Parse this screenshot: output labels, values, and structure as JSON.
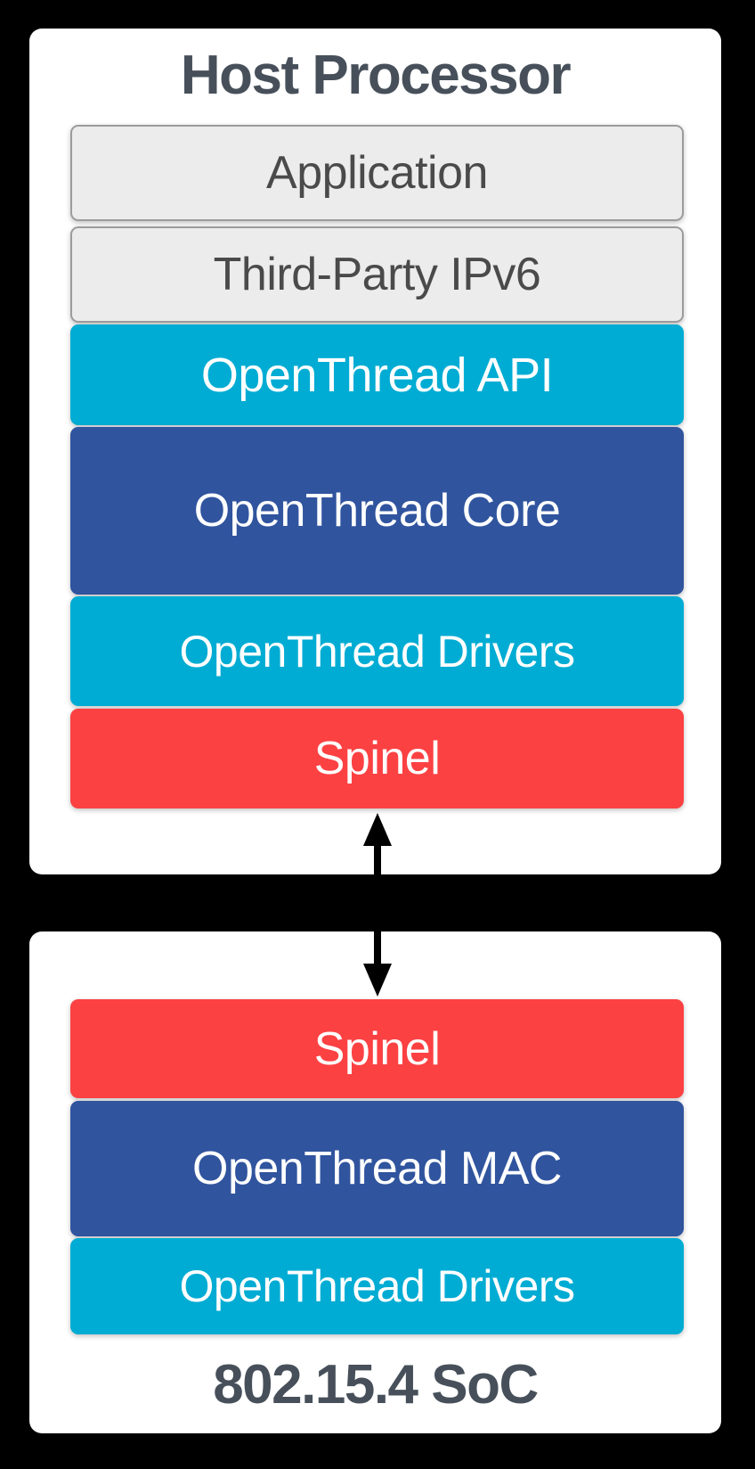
{
  "host": {
    "title": "Host Processor",
    "layers": [
      {
        "label": "Application",
        "kind": "third-party"
      },
      {
        "label": "Third-Party IPv6",
        "kind": "third-party"
      },
      {
        "label": "OpenThread API",
        "kind": "openthread-light"
      },
      {
        "label": "OpenThread Core",
        "kind": "openthread-dark"
      },
      {
        "label": "OpenThread Drivers",
        "kind": "openthread-light"
      },
      {
        "label": "Spinel",
        "kind": "spinel"
      }
    ]
  },
  "connector": {
    "kind": "bidirectional-vertical-arrow",
    "color": "#000000"
  },
  "soc": {
    "title": "802.15.4 SoC",
    "layers": [
      {
        "label": "Spinel",
        "kind": "spinel"
      },
      {
        "label": "OpenThread MAC",
        "kind": "openthread-dark"
      },
      {
        "label": "OpenThread Drivers",
        "kind": "openthread-light"
      }
    ]
  },
  "colors": {
    "background": "#000000",
    "panel": "#FFFFFF",
    "third_party_fill": "#ECECEC",
    "third_party_border": "#9C9C9C",
    "third_party_text": "#4A4A4A",
    "openthread_light": "#00ACD3",
    "openthread_dark": "#30549E",
    "spinel_red": "#FC4143",
    "layer_text": "#FFFFFF",
    "title_text": "#47505A"
  }
}
